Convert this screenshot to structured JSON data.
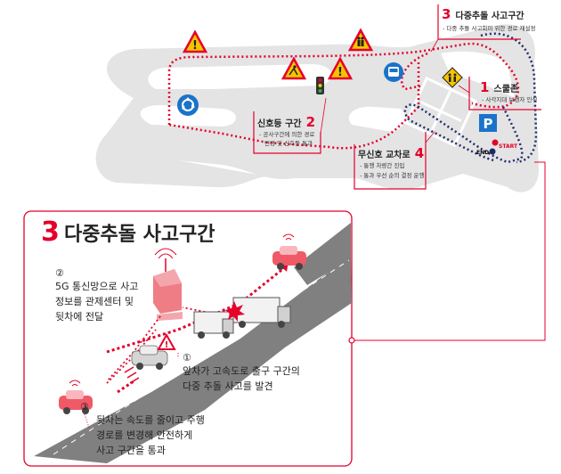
{
  "map": {
    "callouts": {
      "multi_collision": {
        "num": "3",
        "title": "다중추돌 사고구간",
        "note": "- 다중 추돌 사고회피 위한 경로 재설정"
      },
      "school_zone": {
        "num": "1",
        "title": "스쿨존",
        "note": "- 사각지대 보행자 인식"
      },
      "signal_section": {
        "num": "2",
        "title": "신호등 구간",
        "notes": [
          "- 공사구간에 의한 경로",
          "변경 및 신호등 통과"
        ]
      },
      "unsignalized_intersection": {
        "num": "4",
        "title": "무신호 교차로",
        "notes": [
          "- 통행 차량간 진입",
          "- 통과 우선 순의 결정 운행"
        ]
      }
    },
    "labels": {
      "start": "START",
      "end": "END",
      "parking": "P"
    },
    "colors": {
      "accent_red": "#e4002b",
      "route_blue": "#1f2a6b",
      "track_gray": "#e4e4e4"
    }
  },
  "detail": {
    "num": "3",
    "title": "다중추돌 사고구간",
    "steps": [
      {
        "marker": "②",
        "lines": [
          "5G 통신망으로 사고",
          "정보를 관제센터 및",
          "뒷차에 전달"
        ]
      },
      {
        "marker": "①",
        "lines": [
          "앞차가 고속도로 출구 구간의",
          "다중 추돌 사고를 발견"
        ]
      },
      {
        "marker": "③",
        "lines": [
          "뒷차는 속도를 줄이고 주행",
          "경로를 변경해 안전하게",
          "사고 구간을 통과"
        ]
      }
    ]
  }
}
